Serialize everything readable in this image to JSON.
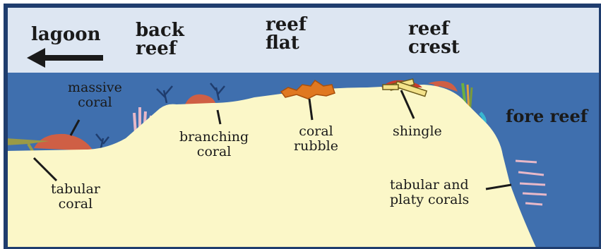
{
  "zones": {
    "lagoon": "lagoon",
    "back_reef": [
      "back",
      "reef"
    ],
    "reef_flat": [
      "reef",
      "flat"
    ],
    "reef_crest": [
      "reef",
      "crest"
    ],
    "fore_reef": "fore reef"
  },
  "labels": {
    "massive_coral": [
      "massive",
      "coral"
    ],
    "branching_coral": [
      "branching",
      "coral"
    ],
    "coral_rubble": [
      "coral",
      "rubble"
    ],
    "shingle": "shingle",
    "tabular_coral": [
      "tabular",
      "coral"
    ],
    "tabular_platy": [
      "tabular and",
      "platy corals"
    ]
  },
  "colors": {
    "sky": "#dde6f2",
    "water": "#3f6fae",
    "sand": "#fbf7c8",
    "frame": "#1f3d6e",
    "coral_red": "#cf5f45",
    "rubble_orange": "#e07820"
  }
}
